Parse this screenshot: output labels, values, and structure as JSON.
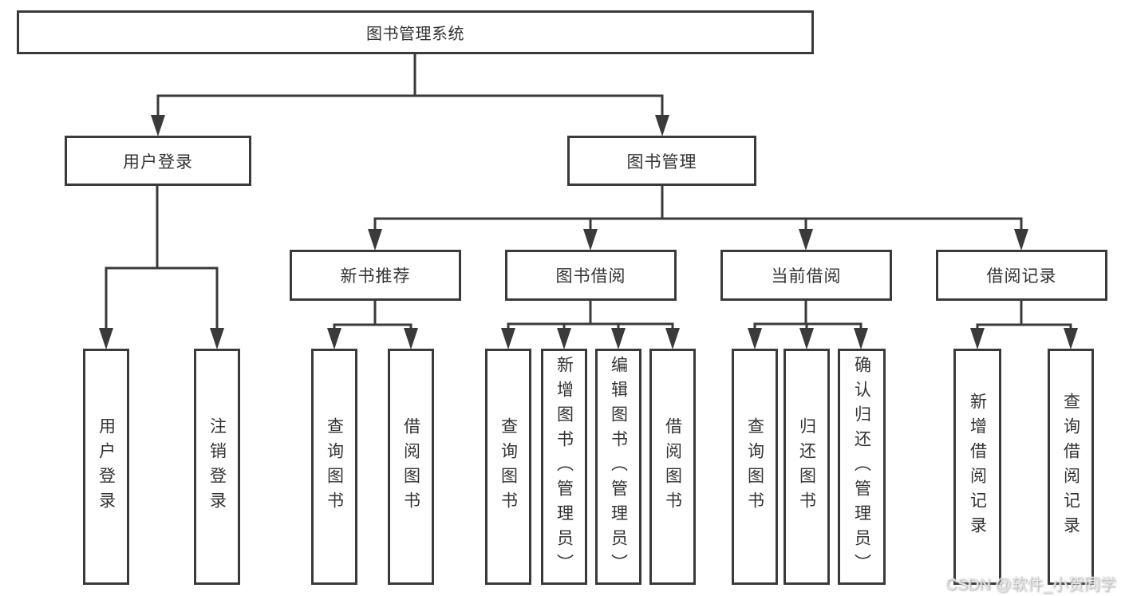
{
  "diagram": {
    "root": {
      "label": "图书管理系统"
    },
    "level2": [
      {
        "label": "用户登录"
      },
      {
        "label": "图书管理"
      }
    ],
    "level3": [
      {
        "label": "新书推荐",
        "parent": "图书管理"
      },
      {
        "label": "图书借阅",
        "parent": "图书管理"
      },
      {
        "label": "当前借阅",
        "parent": "图书管理"
      },
      {
        "label": "借阅记录",
        "parent": "图书管理"
      }
    ],
    "leaves": [
      {
        "label": "用户登录",
        "parent": "用户登录"
      },
      {
        "label": "注销登录",
        "parent": "用户登录"
      },
      {
        "label": "查询图书",
        "parent": "新书推荐"
      },
      {
        "label": "借阅图书",
        "parent": "新书推荐"
      },
      {
        "label": "查询图书",
        "parent": "图书借阅"
      },
      {
        "label": "新增图书（管理员）",
        "parent": "图书借阅"
      },
      {
        "label": "编辑图书（管理员）",
        "parent": "图书借阅"
      },
      {
        "label": "借阅图书",
        "parent": "图书借阅"
      },
      {
        "label": "查询图书",
        "parent": "当前借阅"
      },
      {
        "label": "归还图书",
        "parent": "当前借阅"
      },
      {
        "label": "确认归还（管理员）",
        "parent": "当前借阅"
      },
      {
        "label": "新增借阅记录",
        "parent": "借阅记录"
      },
      {
        "label": "查询借阅记录",
        "parent": "借阅记录"
      }
    ]
  },
  "watermark": "CSDN @软件_小贺同学",
  "colors": {
    "line": "#3a3a3a",
    "text": "#333333",
    "background": "#ffffff",
    "watermark": "#e8e8e8"
  }
}
